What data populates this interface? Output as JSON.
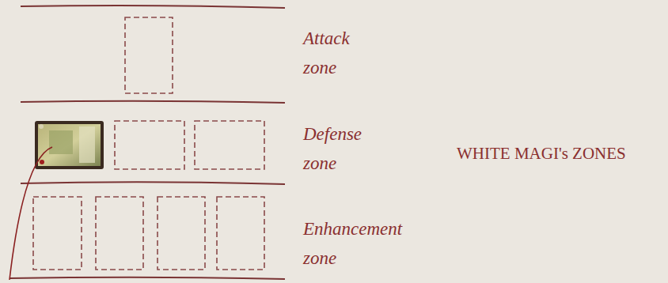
{
  "diagram": {
    "labels": [
      "Attack zone",
      "Defense zone",
      "Enhancement zone",
      "WHITE MAGI's ZONES"
    ]
  }
}
